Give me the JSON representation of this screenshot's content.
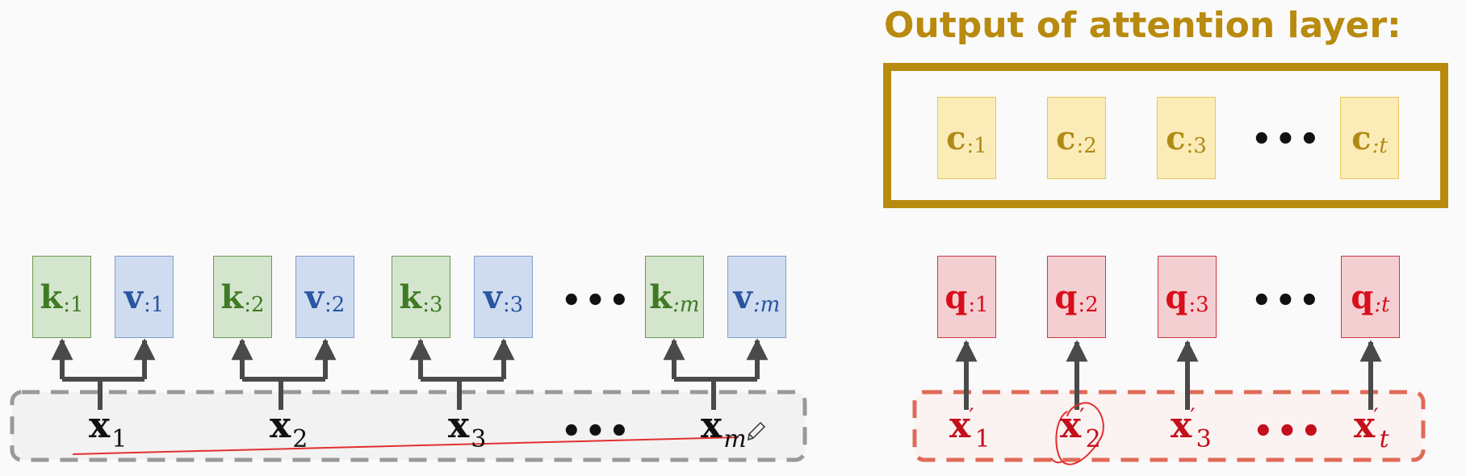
{
  "title": "Output of attention layer:",
  "dots": "•••",
  "keys": [
    {
      "base": "k",
      "sub": ":1"
    },
    {
      "base": "k",
      "sub": ":2"
    },
    {
      "base": "k",
      "sub": ":3"
    },
    {
      "base": "k",
      "sub": ":m"
    }
  ],
  "values": [
    {
      "base": "v",
      "sub": ":1"
    },
    {
      "base": "v",
      "sub": ":2"
    },
    {
      "base": "v",
      "sub": ":3"
    },
    {
      "base": "v",
      "sub": ":m"
    }
  ],
  "inputs": [
    {
      "base": "x",
      "sub": "1"
    },
    {
      "base": "x",
      "sub": "2"
    },
    {
      "base": "x",
      "sub": "3"
    },
    {
      "base": "x",
      "sub": "m"
    }
  ],
  "queries": [
    {
      "base": "q",
      "sub": ":1"
    },
    {
      "base": "q",
      "sub": ":2"
    },
    {
      "base": "q",
      "sub": ":3"
    },
    {
      "base": "q",
      "sub": ":t"
    }
  ],
  "query_inputs": [
    {
      "base": "x",
      "sup": "′",
      "sub": "1"
    },
    {
      "base": "x",
      "sup": "′",
      "sub": "2"
    },
    {
      "base": "x",
      "sup": "′",
      "sub": "3"
    },
    {
      "base": "x",
      "sup": "′",
      "sub": "t"
    }
  ],
  "outputs": [
    {
      "base": "c",
      "sub": ":1"
    },
    {
      "base": "c",
      "sub": ":2"
    },
    {
      "base": "c",
      "sub": ":3"
    },
    {
      "base": "c",
      "sub": ":t"
    }
  ],
  "colors": {
    "key": "#3f7a25",
    "value": "#2a55a0",
    "query": "#d90e1a",
    "output": "#b08a14",
    "title": "#b88a0e",
    "output_frame": "#b88a0e",
    "query_frame": "#e06a58",
    "input_frame": "#999999",
    "arrow": "#4a4a4a",
    "annotation": "#e23030"
  }
}
